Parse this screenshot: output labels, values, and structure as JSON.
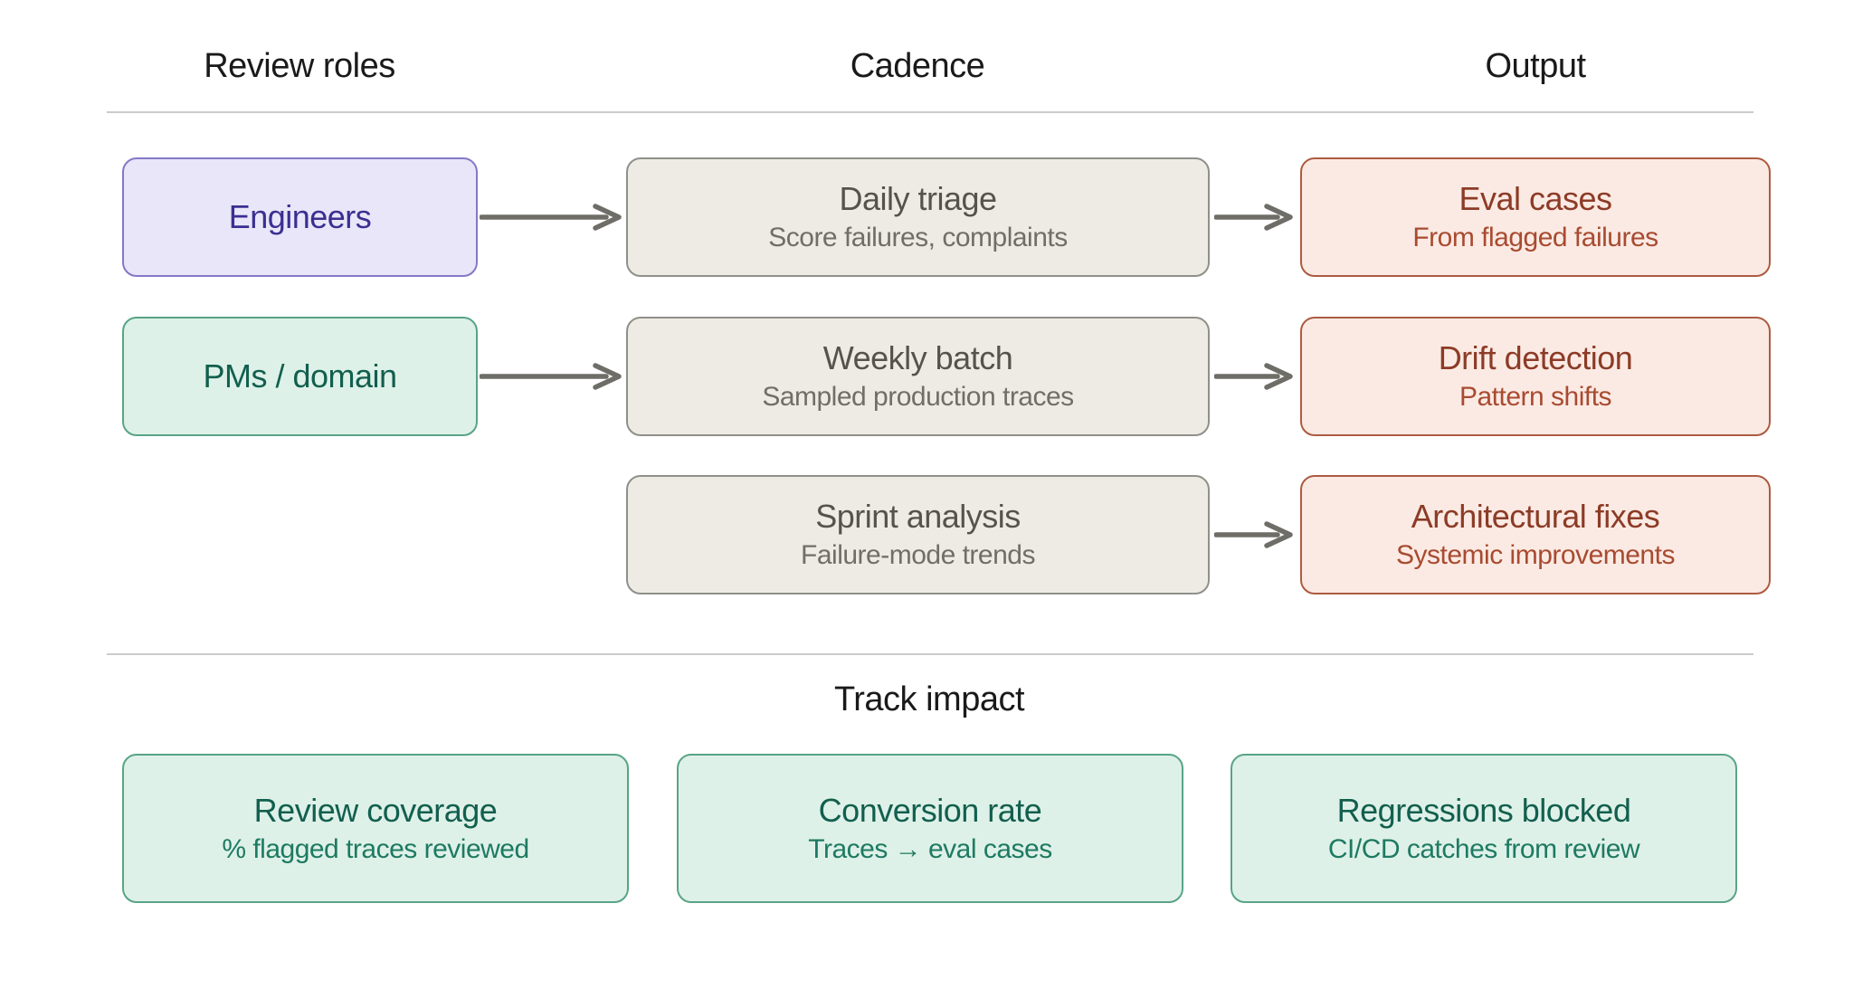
{
  "columns": [
    {
      "label": "Review roles"
    },
    {
      "label": "Cadence"
    },
    {
      "label": "Output"
    }
  ],
  "rows": [
    {
      "role": {
        "label": "Engineers"
      },
      "cadence": {
        "title": "Daily triage",
        "subtitle": "Score failures, complaints"
      },
      "output": {
        "title": "Eval cases",
        "subtitle": "From flagged failures"
      }
    },
    {
      "role": {
        "label": "PMs / domain"
      },
      "cadence": {
        "title": "Weekly batch",
        "subtitle": "Sampled production traces"
      },
      "output": {
        "title": "Drift detection",
        "subtitle": "Pattern shifts"
      }
    },
    {
      "cadence": {
        "title": "Sprint analysis",
        "subtitle": "Failure-mode trends"
      },
      "output": {
        "title": "Architectural fixes",
        "subtitle": "Systemic improvements"
      }
    }
  ],
  "impact": {
    "heading": "Track impact",
    "cards": [
      {
        "title": "Review coverage",
        "subtitle": "% flagged traces reviewed"
      },
      {
        "title": "Conversion rate",
        "subtitle": "Traces → eval cases"
      },
      {
        "title": "Regressions blocked",
        "subtitle": "CI/CD catches from review"
      }
    ]
  },
  "colors": {
    "role_purple_fill": "#e8e6f8",
    "role_purple_border": "#8379c7",
    "role_purple_text": "#3a2f91",
    "green_fill": "#def1e8",
    "green_border": "#58a486",
    "green_text": "#125f4e",
    "green_subtext": "#1e7a62",
    "cadence_fill": "#eeebe4",
    "cadence_border": "#90908a",
    "output_fill": "#fbeae3",
    "output_border": "#ad5b41",
    "output_text": "#8c3b26",
    "arrow": "#6e6d67",
    "divider": "#cbcbcb"
  }
}
